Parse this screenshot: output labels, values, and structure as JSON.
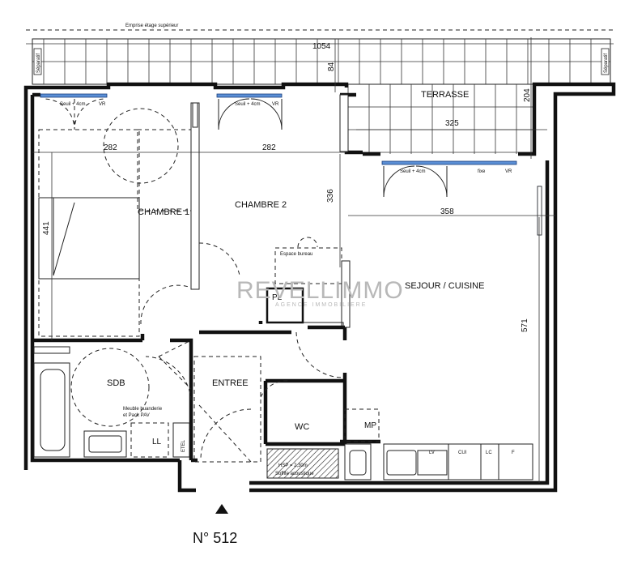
{
  "plan": {
    "header_note": "Emprise étage supérieur",
    "unit_number": "N° 512",
    "watermark": {
      "brand": "REVELLIMMO",
      "tagline": "AGENCE IMMOBILIERE"
    },
    "rooms": {
      "terrasse": "TERRASSE",
      "chambre1": "CHAMBRE 1",
      "chambre2": "CHAMBRE 2",
      "sejour": "SEJOUR / CUISINE",
      "sdb": "SDB",
      "entree": "ENTREE",
      "wc": "WC",
      "mp": "MP",
      "ll": "LL",
      "etel": "ETEL",
      "pl": "PL",
      "espace_bureau": "Espace bureau",
      "meuble": "Meuble buanderie",
      "meuble2": "et Pack PAV",
      "hsp": "HSP = 2,30m",
      "soffite": "Soffite acoustique",
      "lv": "LV",
      "cui": "CUI",
      "lc": "LC",
      "f": "F"
    },
    "windows": {
      "w1": "Seuil + 4cm",
      "w1_vr": "VR",
      "w2": "Seuil + 4cm",
      "w2_vr": "VR",
      "w3": "Seuil + 4cm",
      "w3_fixe": "fixe",
      "w3_vr": "VR",
      "separatif": "Séparatif"
    },
    "dimensions": {
      "d1054": "1054",
      "d84": "84",
      "d204": "204",
      "d325": "325",
      "d282a": "282",
      "d282b": "282",
      "d336": "336",
      "d358": "358",
      "d441": "441",
      "d571": "571"
    }
  }
}
